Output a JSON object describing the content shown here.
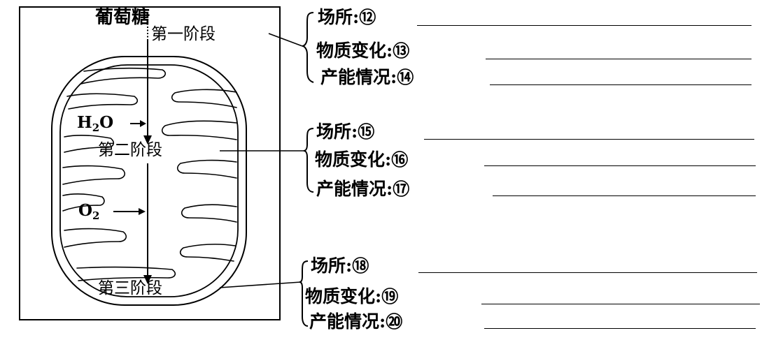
{
  "diagram": {
    "glucose": "葡萄糖",
    "stages": {
      "first": "第一阶段",
      "second": "第二阶段",
      "third": "第三阶段"
    },
    "inputs": {
      "water": {
        "main": "H",
        "sub": "2",
        "tail": "O"
      },
      "oxygen": {
        "main": "O",
        "sub": "2"
      }
    }
  },
  "sections": [
    {
      "stage": "第一阶段",
      "rows": [
        {
          "label": "场所",
          "colon": ":",
          "number": "⑫"
        },
        {
          "label": "物质变化",
          "colon": ":",
          "number": "⑬"
        },
        {
          "label": "产能情况",
          "colon": ":",
          "number": "⑭"
        }
      ]
    },
    {
      "stage": "第二阶段",
      "rows": [
        {
          "label": "场所",
          "colon": ":",
          "number": "⑮"
        },
        {
          "label": "物质变化",
          "colon": ":",
          "number": "⑯"
        },
        {
          "label": "产能情况",
          "colon": ":",
          "number": "⑰"
        }
      ]
    },
    {
      "stage": "第三阶段",
      "rows": [
        {
          "label": "场所",
          "colon": ":",
          "number": "⑱"
        },
        {
          "label": "物质变化",
          "colon": ":",
          "number": "⑲"
        },
        {
          "label": "产能情况",
          "colon": ":",
          "number": "⑳"
        }
      ]
    }
  ]
}
